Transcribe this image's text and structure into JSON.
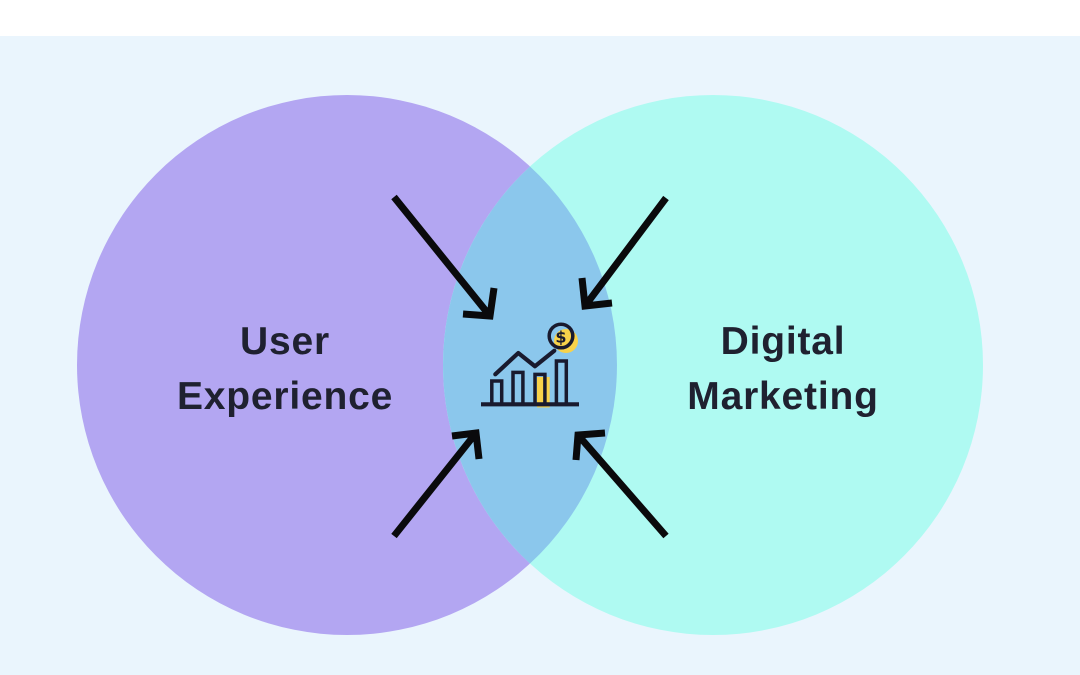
{
  "page": {
    "background_color": "#ffffff",
    "panel_color": "#EAF5FD"
  },
  "diagram": {
    "type": "venn-2-circles",
    "left_circle": {
      "label_line1": "User",
      "label_line2": "Experience",
      "color": "#B3A6F2",
      "text_color": "#1F2130"
    },
    "right_circle": {
      "label_line1": "Digital",
      "label_line2": "Marketing",
      "color": "#AFFAF2",
      "text_color": "#1F2130"
    },
    "overlap": {
      "color": "#8BC7EC",
      "icon": "growth-bar-chart-with-dollar-coin-icon",
      "icon_line_color": "#191A2E",
      "icon_accent_color": "#F8D24A",
      "dollar_symbol": "$"
    },
    "arrows": {
      "count": 4,
      "color": "#0A0A0C"
    }
  }
}
